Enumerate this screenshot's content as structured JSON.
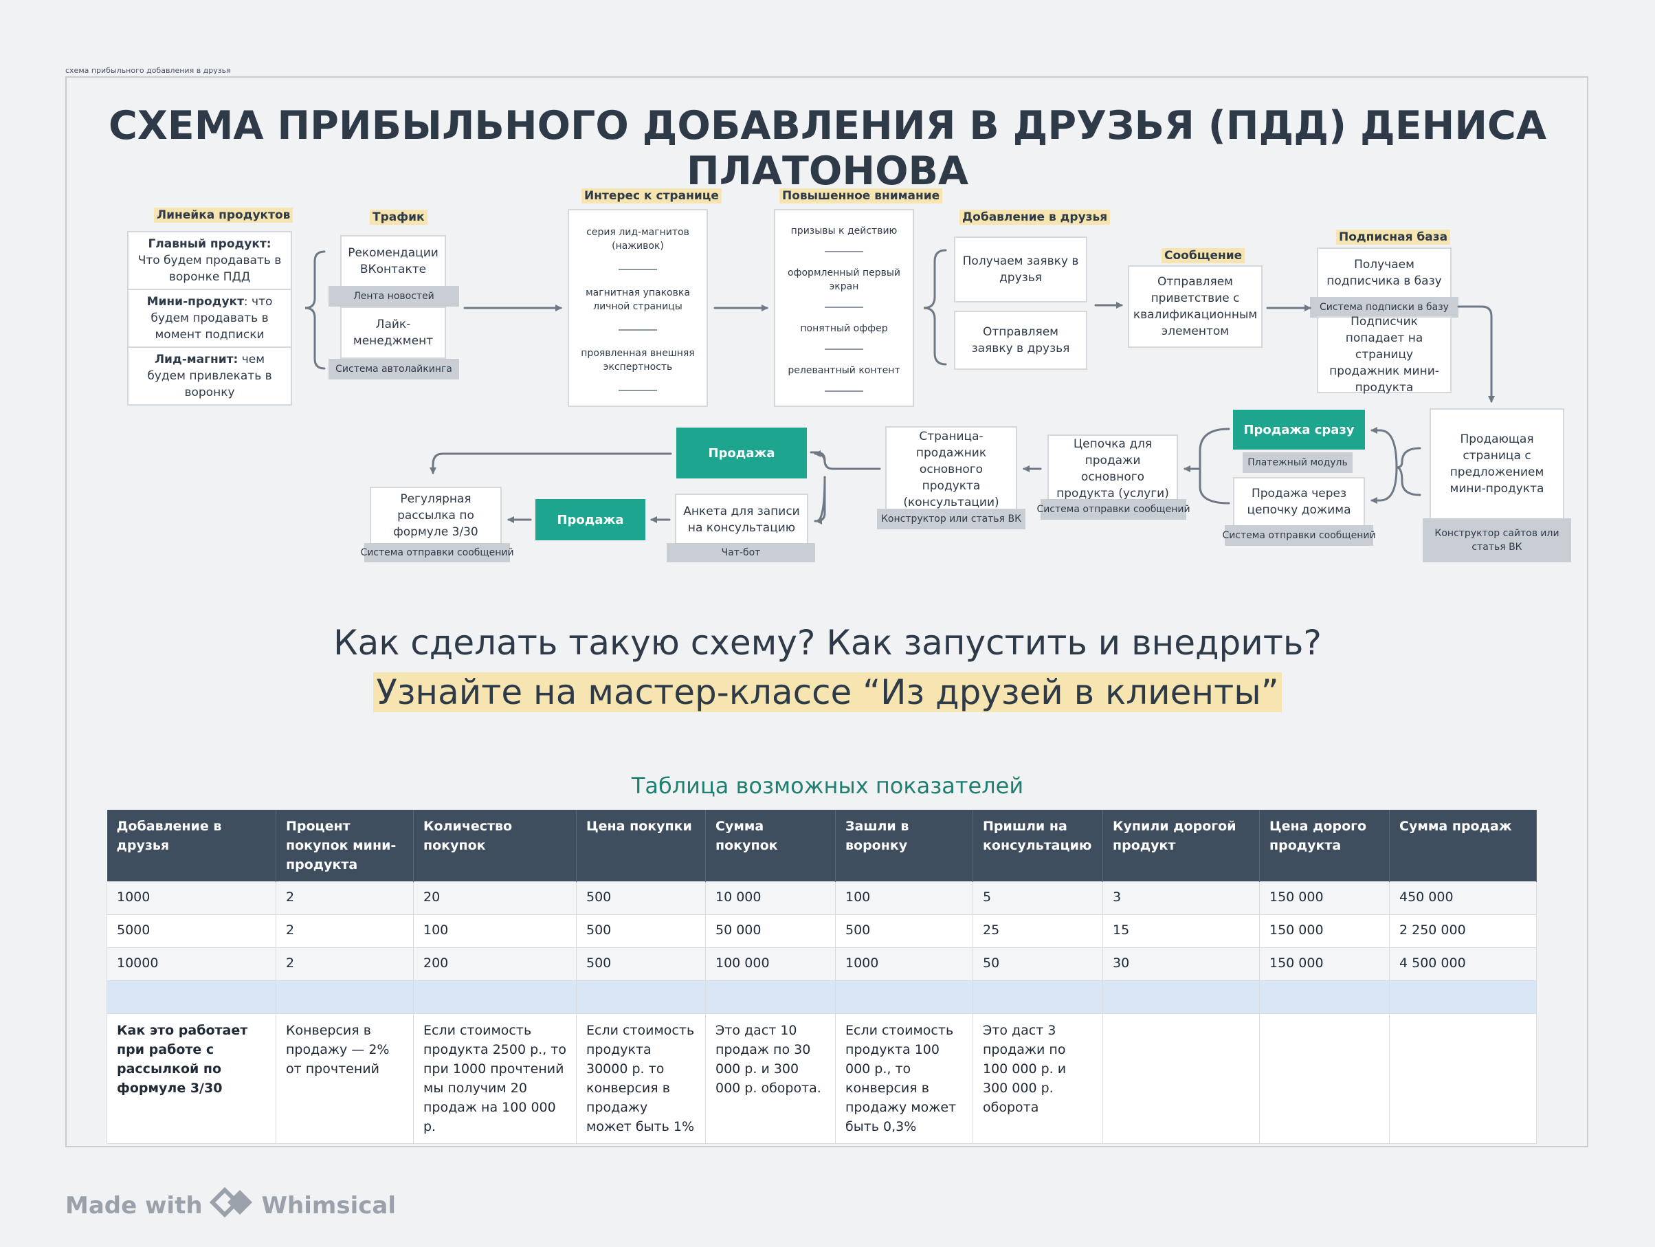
{
  "board_label": "схема прибыльного добавления в друзья",
  "title": "СХЕМА ПРИБЫЛЬНОГО ДОБАВЛЕНИЯ В ДРУЗЬЯ (ПДД) ДЕНИСА ПЛАТОНОВА",
  "labels": {
    "products": "Линейка продуктов",
    "traffic": "Трафик",
    "interest": "Интерес к странице",
    "attention": "Повышенное внимание",
    "friends": "Добавление в друзья",
    "message": "Сообщение",
    "subs": "Подписная база"
  },
  "products": [
    {
      "bold": "Главный продукт:",
      "text": " Что будем продавать в воронке ПДД"
    },
    {
      "bold": "Мини-продукт",
      "text": ": что будем продавать в момент подписки"
    },
    {
      "bold": "Лид-магнит:",
      "text": " чем будем привлекать в воронку"
    }
  ],
  "traffic": {
    "item1": "Рекомендации ВКонтакте",
    "tag1": "Лента новостей",
    "item2": "Лайк-менеджмент",
    "tag2": "Система автолайкинга"
  },
  "interest_items": [
    "серия лид-магнитов (наживок)",
    "магнитная упаковка личной страницы",
    "проявленная внешняя экспертность"
  ],
  "attention_items": [
    "призывы к действию",
    "оформленный первый экран",
    "понятный оффер",
    "релевантный контент"
  ],
  "friends": {
    "item1": "Получаем заявку в друзья",
    "item2": "Отправляем заявку в друзья"
  },
  "message": "Отправляем приветствие с квалификационным элементом",
  "subs": {
    "item1": "Получаем подписчика в базу",
    "tag": "Система подписки в базу",
    "item2": "Подписчик попадает на страницу продажник мини-продукта"
  },
  "row2": {
    "selling_page": "Продающая страница с предложением мини-продукта",
    "selling_tag": "Конструктор сайтов или статья ВК",
    "sale_now": "Продажа сразу",
    "pay_tag": "Платежный модуль",
    "sale_chain": "Продажа через цепочку дожима",
    "sale_chain_tag": "Система отправки сообщений",
    "chain_main": "Цепочка для продажи основного продукта (услуги)",
    "chain_main_tag": "Система отправки сообщений",
    "page_main": "Страница-продажник основного продукта (консультации)",
    "page_main_tag": "Конструктор или статья ВК",
    "sale1": "Продажа",
    "form": "Анкета для записи на консультацию",
    "form_tag": "Чат-бот",
    "sale2": "Продажа",
    "mailing": "Регулярная рассылка по формуле 3/30",
    "mailing_tag": "Система отправки сообщений"
  },
  "cta": {
    "line1": "Как сделать такую схему? Как запустить и внедрить?",
    "line2": "Узнайте на мастер-классе “Из друзей в клиенты”"
  },
  "table": {
    "title": "Таблица возможных показателей",
    "headers": [
      "Добавление в друзья",
      "Процент покупок мини-продукта",
      "Количество покупок",
      "Цена покупки",
      "Сумма покупок",
      "Зашли в воронку",
      "Пришли на консультацию",
      "Купили дорогой продукт",
      "Цена дорого продукта",
      "Сумма продаж"
    ],
    "rows": [
      [
        "1000",
        "2",
        "20",
        "500",
        "10 000",
        "100",
        "5",
        "3",
        "150 000",
        "450 000"
      ],
      [
        "5000",
        "2",
        "100",
        "500",
        "50 000",
        "500",
        "25",
        "15",
        "150 000",
        "2 250 000"
      ],
      [
        "10000",
        "2",
        "200",
        "500",
        "100 000",
        "1000",
        "50",
        "30",
        "150 000",
        "4 500 000"
      ]
    ],
    "notes": [
      "Как это работает при работе с рассылкой по формуле 3/30",
      "Конверсия в продажу — 2% от прочтений",
      "Если стоимость продукта 2500 р., то при 1000  прочтений мы получим 20 продаж на 100 000 р.",
      "Если стоимость продукта 30000 р. то конверсия в продажу может быть 1%",
      "Это даст 10 продаж по 30 000 р. и 300 000 р. оборота.",
      "Если стоимость продукта 100 000 р., то конверсия в продажу может быть 0,3%",
      "Это даст 3 продажи по 100 000 р. и 300 000 р. оборота",
      "",
      "",
      ""
    ]
  },
  "footer": {
    "made_with": "Made with",
    "brand": "Whimsical"
  },
  "colors": {
    "accent": "#1ea58f",
    "header": "#3e4e5f",
    "highlight": "#f6e5b0",
    "tag": "#c9ced4"
  }
}
